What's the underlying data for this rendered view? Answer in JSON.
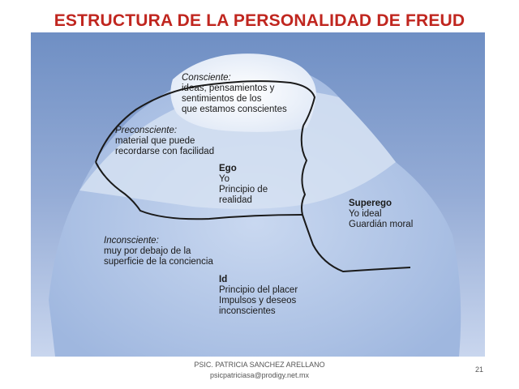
{
  "title": "ESTRUCTURA DE LA PERSONALIDAD DE FREUD",
  "colors": {
    "title": "#c0261f",
    "water": "#8aa4cf",
    "iceberg_under": "#a5bde3",
    "iceberg_top": "#ffffff",
    "line": "#1a1a1a"
  },
  "diagram": {
    "consciente": {
      "heading": "Consciente:",
      "lines": [
        "ideas, pensamientos y",
        "sentimientos de los",
        "que estamos conscientes"
      ]
    },
    "preconsciente": {
      "heading": "Preconsciente:",
      "lines": [
        "material que puede",
        "recordarse con facilidad"
      ]
    },
    "ego": {
      "heading": "Ego",
      "lines": [
        "Yo",
        "Principio de",
        "realidad"
      ]
    },
    "superego": {
      "heading": "Superego",
      "lines": [
        "Yo ideal",
        "Guardián moral"
      ]
    },
    "inconsciente": {
      "heading": "Inconsciente:",
      "lines": [
        "muy por debajo de la",
        "superficie de la conciencia"
      ]
    },
    "id": {
      "heading": "Id",
      "lines": [
        "Principio del placer",
        "Impulsos y deseos",
        "inconscientes"
      ]
    }
  },
  "footer": {
    "author": "PSIC. PATRICIA SANCHEZ ARELLANO",
    "email": "psicpatriciasa@prodigy.net.mx",
    "page_number": "21"
  }
}
